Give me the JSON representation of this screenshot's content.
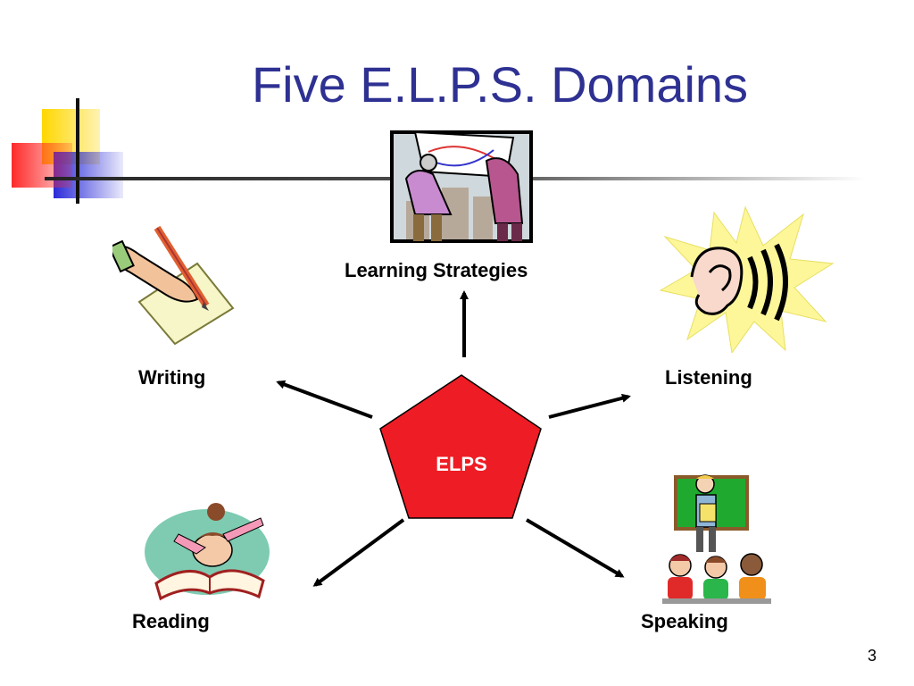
{
  "slide": {
    "title": "Five E.L.P.S. Domains",
    "page_number": "3"
  },
  "diagram": {
    "center": {
      "label": "ELPS",
      "color": "#ee1c24"
    },
    "domains": [
      {
        "key": "learning-strategies",
        "label": "Learning Strategies",
        "icon": "map-planning-icon"
      },
      {
        "key": "writing",
        "label": "Writing",
        "icon": "writing-hand-icon"
      },
      {
        "key": "listening",
        "label": "Listening",
        "icon": "ear-icon"
      },
      {
        "key": "reading",
        "label": "Reading",
        "icon": "reading-girl-icon"
      },
      {
        "key": "speaking",
        "label": "Speaking",
        "icon": "speaking-student-icon"
      }
    ]
  },
  "colors": {
    "title": "#2e3192",
    "accent_yellow": "#ffd700",
    "accent_red": "#ff3b3b",
    "accent_blue": "#2b2bd9"
  }
}
